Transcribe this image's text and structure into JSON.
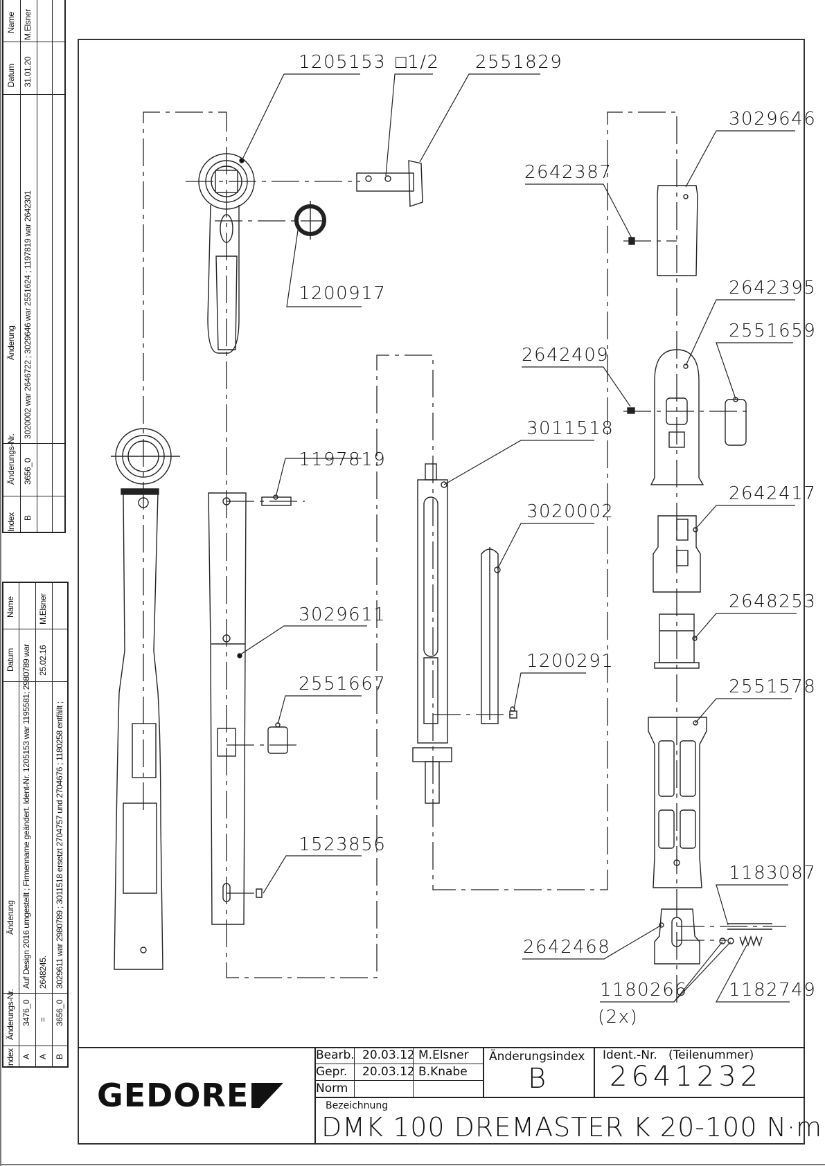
{
  "revision_table_top": {
    "headers": {
      "index": "Index",
      "change_no": "Änderungs-Nr.",
      "change": "Änderung",
      "date": "Datum",
      "name": "Name"
    },
    "rows": [
      {
        "index": "B",
        "change_no": "3656_0",
        "change": "3020002 war 2646722 ; 3029646 war 2551624 ; 1197819 war 2642301",
        "date": "31.01.20",
        "name": "M.Elsner"
      }
    ]
  },
  "revision_table_bottom": {
    "headers": {
      "index": "Index",
      "change_no": "Änderungs-Nr.",
      "change": "Änderung",
      "date": "Datum",
      "name": "Name"
    },
    "rows": [
      {
        "index": "A",
        "change_no": "3476_0",
        "change": "Auf Design 2016 umgestellt ; Firmenname geändert. Ident-Nr. 1205153 war 1195581; 2980789 war",
        "date": "",
        "name": ""
      },
      {
        "index": "A",
        "change_no": "=",
        "change": "2648245.",
        "date": "25.02.16",
        "name": "M.Elsner"
      },
      {
        "index": "B",
        "change_no": "3656_0",
        "change": "3029611 war 2980789 ; 3011518 ersetzt  2704757 und  2704676 ; 1180258 entfällt ;",
        "date": "",
        "name": ""
      }
    ]
  },
  "callouts": {
    "p1205153": "1205153",
    "square_drive": "□1/2",
    "p2551829": "2551829",
    "p1200917": "1200917",
    "p3029646": "3029646",
    "p2642387": "2642387",
    "p2642395": "2642395",
    "p2551659": "2551659",
    "p2642409": "2642409",
    "p3011518": "3011518",
    "p1197819": "1197819",
    "p3020002": "3020002",
    "p2642417": "2642417",
    "p3029611": "3029611",
    "p2648253": "2648253",
    "p1200291": "1200291",
    "p2551667": "2551667",
    "p2551578": "2551578",
    "p1523856": "1523856",
    "p1183087": "1183087",
    "p2642468": "2642468",
    "p1180266": "1180266",
    "qty_2x": "(2x)",
    "p1182749": "1182749"
  },
  "title_block": {
    "logo": "GEDORE",
    "rows": [
      {
        "label": "Bearb.",
        "date": "20.03.12",
        "name": "M.Elsner"
      },
      {
        "label": "Gepr.",
        "date": "20.03.12",
        "name": "B.Knabe"
      },
      {
        "label": "Norm",
        "date": "",
        "name": ""
      }
    ],
    "change_index_label": "Änderungsindex",
    "change_index_value": "B",
    "ident_label": "Ident.-Nr.   (Teilenummer)",
    "ident_value": "2641232",
    "designation_label": "Bezeichnung",
    "designation_value": "DMK 100 DREMASTER K 20-100 N·m"
  },
  "colors": {
    "line": "#222222",
    "paper": "#ffffff"
  }
}
